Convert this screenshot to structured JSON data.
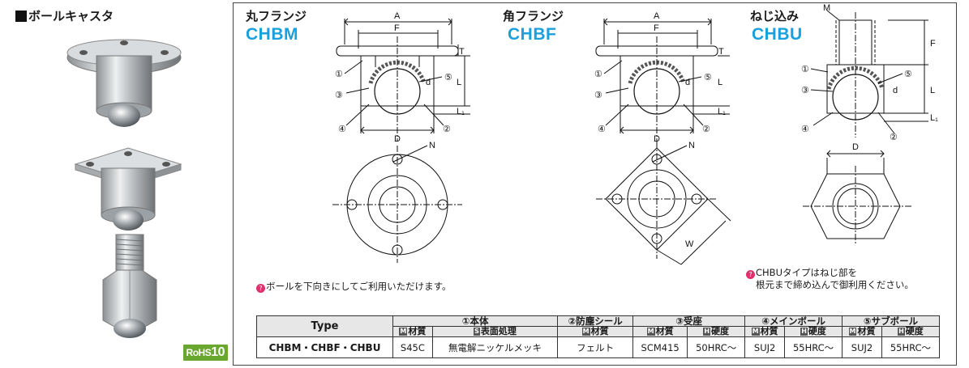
{
  "product_title": "ボールキャスタ",
  "rohs": {
    "label": "RoHS",
    "number": "10"
  },
  "variants": [
    {
      "jp": "丸フランジ",
      "code": "CHBM"
    },
    {
      "jp": "角フランジ",
      "code": "CHBF"
    },
    {
      "jp": "ねじ込み",
      "code": "CHBU"
    }
  ],
  "dims": {
    "A": "A",
    "F": "F",
    "T": "T",
    "L": "L",
    "L1": "L₁",
    "D": "D",
    "d": "d",
    "N": "N",
    "W": "W",
    "M": "M"
  },
  "parts": {
    "p1": "①",
    "p2": "②",
    "p3": "③",
    "p4": "④",
    "p5": "⑤"
  },
  "notes": {
    "mark": "?",
    "ball_down": "ボールを下向きにしてご利用いただけます。",
    "chbu_line1": "CHBUタイプはねじ部を",
    "chbu_line2": "根元まで締め込んで御利用ください。"
  },
  "spec_table": {
    "type_header": "Type",
    "groups": [
      "①本体",
      "②防塵シール",
      "③受座",
      "④メインボール",
      "⑤サブボール"
    ],
    "sub_headers": [
      {
        "badge": "M",
        "text": "材質"
      },
      {
        "badge": "S",
        "text": "表面処理"
      },
      {
        "badge": "M",
        "text": "材質"
      },
      {
        "badge": "M",
        "text": "材質"
      },
      {
        "badge": "H",
        "text": "硬度"
      },
      {
        "badge": "M",
        "text": "材質"
      },
      {
        "badge": "H",
        "text": "硬度"
      },
      {
        "badge": "M",
        "text": "材質"
      },
      {
        "badge": "H",
        "text": "硬度"
      }
    ],
    "row": {
      "type": "CHBM・CHBF・CHBU",
      "cells": [
        "S45C",
        "無電解ニッケルメッキ",
        "フェルト",
        "SCM415",
        "50HRC～",
        "SUJ2",
        "55HRC～",
        "SUJ2",
        "55HRC～"
      ]
    }
  }
}
